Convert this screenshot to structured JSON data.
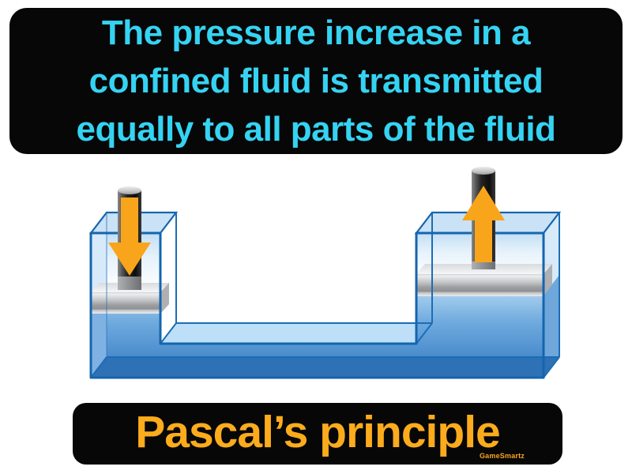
{
  "definition_banner": {
    "lines": [
      "The pressure increase in a",
      "confined fluid is transmitted",
      "equally to all parts of the fluid"
    ]
  },
  "term_banner": {
    "title": "Pascal’s principle",
    "watermark": "GameSmartz"
  },
  "diagram": {
    "name": "connected-vessel-with-two-pistons",
    "left_piston_force_arrow": "down",
    "right_piston_force_arrow": "up"
  },
  "colors": {
    "banner_bg": "#070707",
    "definition_text": "#35d3f2",
    "term_text": "#fbab1c",
    "arrow_orange": "#f9a51b",
    "vessel_outline": "#1565ae",
    "fluid_deep": "#3f83c6",
    "fluid_light": "#a9cfee",
    "glass_tint": "#c6e0f5",
    "piston_silver": "#9ea0a2",
    "rod_dark": "#1c1c1c"
  }
}
